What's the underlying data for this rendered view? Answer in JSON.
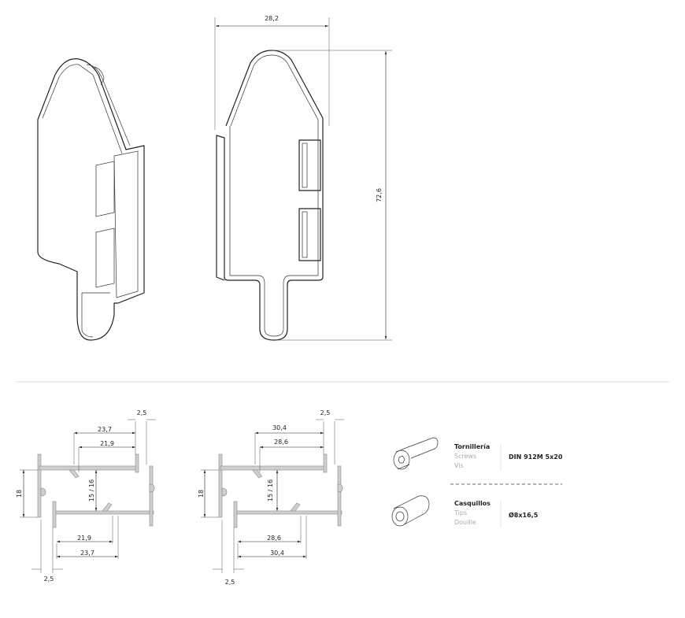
{
  "front_view": {
    "width_dim": "28,2",
    "height_dim": "72,6"
  },
  "profile_a": {
    "top_outer": "23,7",
    "top_inner": "21,9",
    "top_wall": "2,5",
    "height": "18",
    "gap": "15 / 16",
    "bottom_inner": "21,9",
    "bottom_outer": "23,7",
    "bottom_wall": "2,5"
  },
  "profile_b": {
    "top_outer": "30,4",
    "top_inner": "28,6",
    "top_wall": "2,5",
    "height": "18",
    "gap": "15 / 16",
    "bottom_inner": "28,6",
    "bottom_outer": "30,4",
    "bottom_wall": "2,5"
  },
  "parts": [
    {
      "name_es": "Tornillería",
      "name_en": "Screws",
      "name_fr": "Vis",
      "spec": "DIN 912M 5x20",
      "icon": "screw-icon"
    },
    {
      "name_es": "Casquillos",
      "name_en": "Tips",
      "name_fr": "Douille",
      "spec": "Ø8x16,5",
      "icon": "bushing-icon"
    }
  ]
}
